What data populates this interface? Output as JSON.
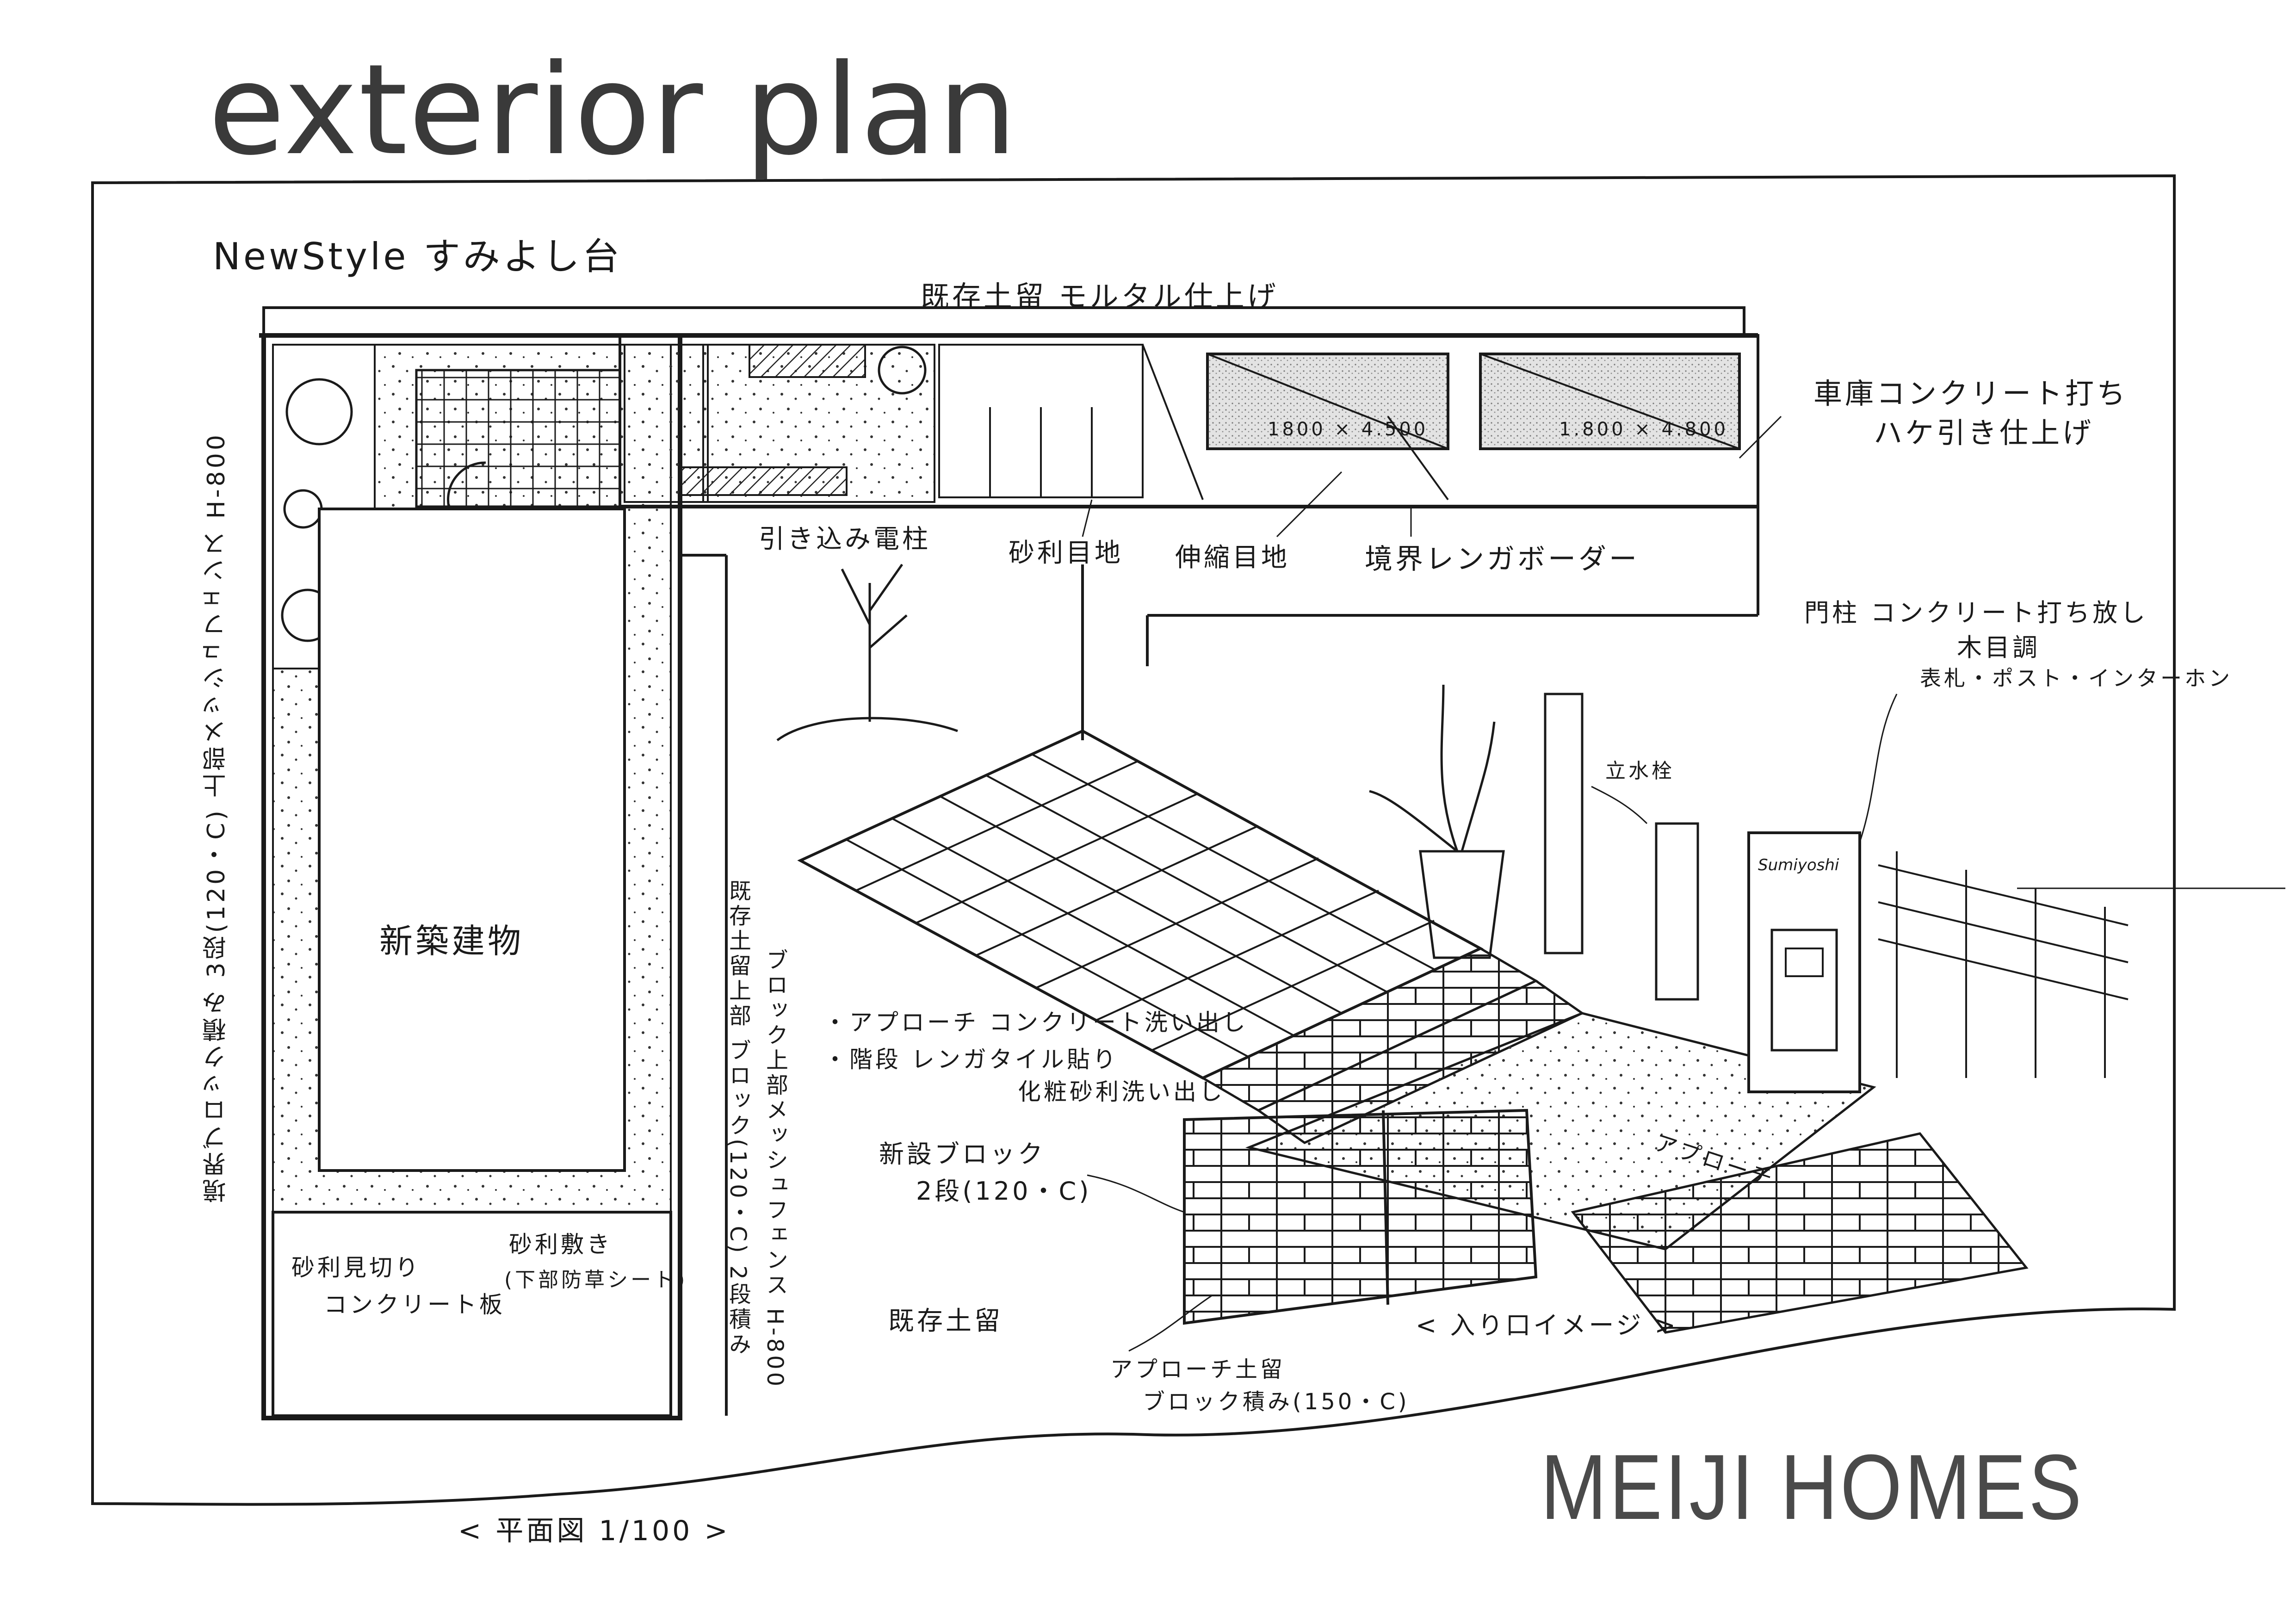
{
  "header": {
    "title": "exterior plan",
    "project_name": "NewStyle すみよし台"
  },
  "plan": {
    "top_edge_note": "既存土留 モルタル仕上げ",
    "parking_1_size": "1800 × 4.500",
    "parking_2_size": "1.800 × 4.800",
    "parking_note_line1": "車庫コンクリート打ち",
    "parking_note_line2": "ハケ引き仕上げ",
    "utility_pole": "引き込み電柱",
    "gravel_joint": "砂利目地",
    "expansion_joint": "伸縮目地",
    "border": "境界レンガボーダー",
    "left_fence_note": "境界ブロック積み 3段(120・C) 上部メッシュフェンス H-800",
    "building_label": "新築建物",
    "right_block_note": "ブロック上部メッシュフェンス H-800",
    "right_retaining_note": "既存土留上部 ブロック(120・C) 2段積み",
    "gravel_divider_line1": "砂利見切り",
    "gravel_divider_line2": "コンクリート板",
    "gravel_spread_line1": "砂利敷き",
    "gravel_spread_line2": "(下部防草シート)",
    "plan_view_label": "< 平面図 1/100 >"
  },
  "perspective": {
    "gate_post_line1": "門柱 コンクリート打ち放し",
    "gate_post_line2": "木目調",
    "gate_post_line3": "表札・ポスト・インターホン",
    "faucet_label": "立水栓",
    "nameplate": "Sumiyoshi",
    "approach_spec_1": "・アプローチ コンクリート洗い出し",
    "approach_spec_2": "・階段 レンガタイル貼り",
    "approach_spec_3": "化粧砂利洗い出し",
    "new_block_line1": "新設ブロック",
    "new_block_line2": "2段(120・C)",
    "existing_retaining": "既存土留",
    "approach_label": "アプローチ",
    "approach_retaining_line1": "アプローチ土留",
    "approach_retaining_line2": "ブロック積み(150・C)",
    "entrance_image_label": "< 入り口イメージ >"
  },
  "footer": {
    "brand": "MEIJI HOMES"
  },
  "colors": {
    "ink": "#1a1a1a",
    "title_gray": "#3a3a3a",
    "brand_gray": "#4a4a4a",
    "concrete_fill": "#d9d9d9",
    "paper": "#ffffff"
  }
}
